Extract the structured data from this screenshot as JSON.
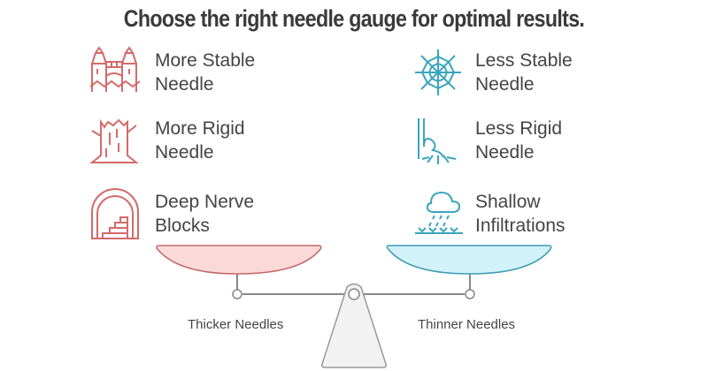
{
  "title": "Choose the right needle gauge for optimal results.",
  "left": {
    "items": [
      {
        "line1": "More Stable",
        "line2": "Needle",
        "icon": "tower-bridge-icon"
      },
      {
        "line1": "More Rigid",
        "line2": "Needle",
        "icon": "tree-stump-icon"
      },
      {
        "line1": "Deep Nerve",
        "line2": "Blocks",
        "icon": "tunnel-stairs-icon"
      }
    ],
    "label": "Thicker Needles",
    "color": "#d46a6a",
    "fill": "#fcd9d9"
  },
  "right": {
    "items": [
      {
        "line1": "Less Stable",
        "line2": "Needle",
        "icon": "spider-web-icon"
      },
      {
        "line1": "Less Rigid",
        "line2": "Needle",
        "icon": "flexible-strand-icon"
      },
      {
        "line1": "Shallow",
        "line2": "Infiltrations",
        "icon": "rain-cloud-icon"
      }
    ],
    "label": "Thinner Needles",
    "color": "#3aa5bd",
    "fill": "#d3f1f8"
  }
}
